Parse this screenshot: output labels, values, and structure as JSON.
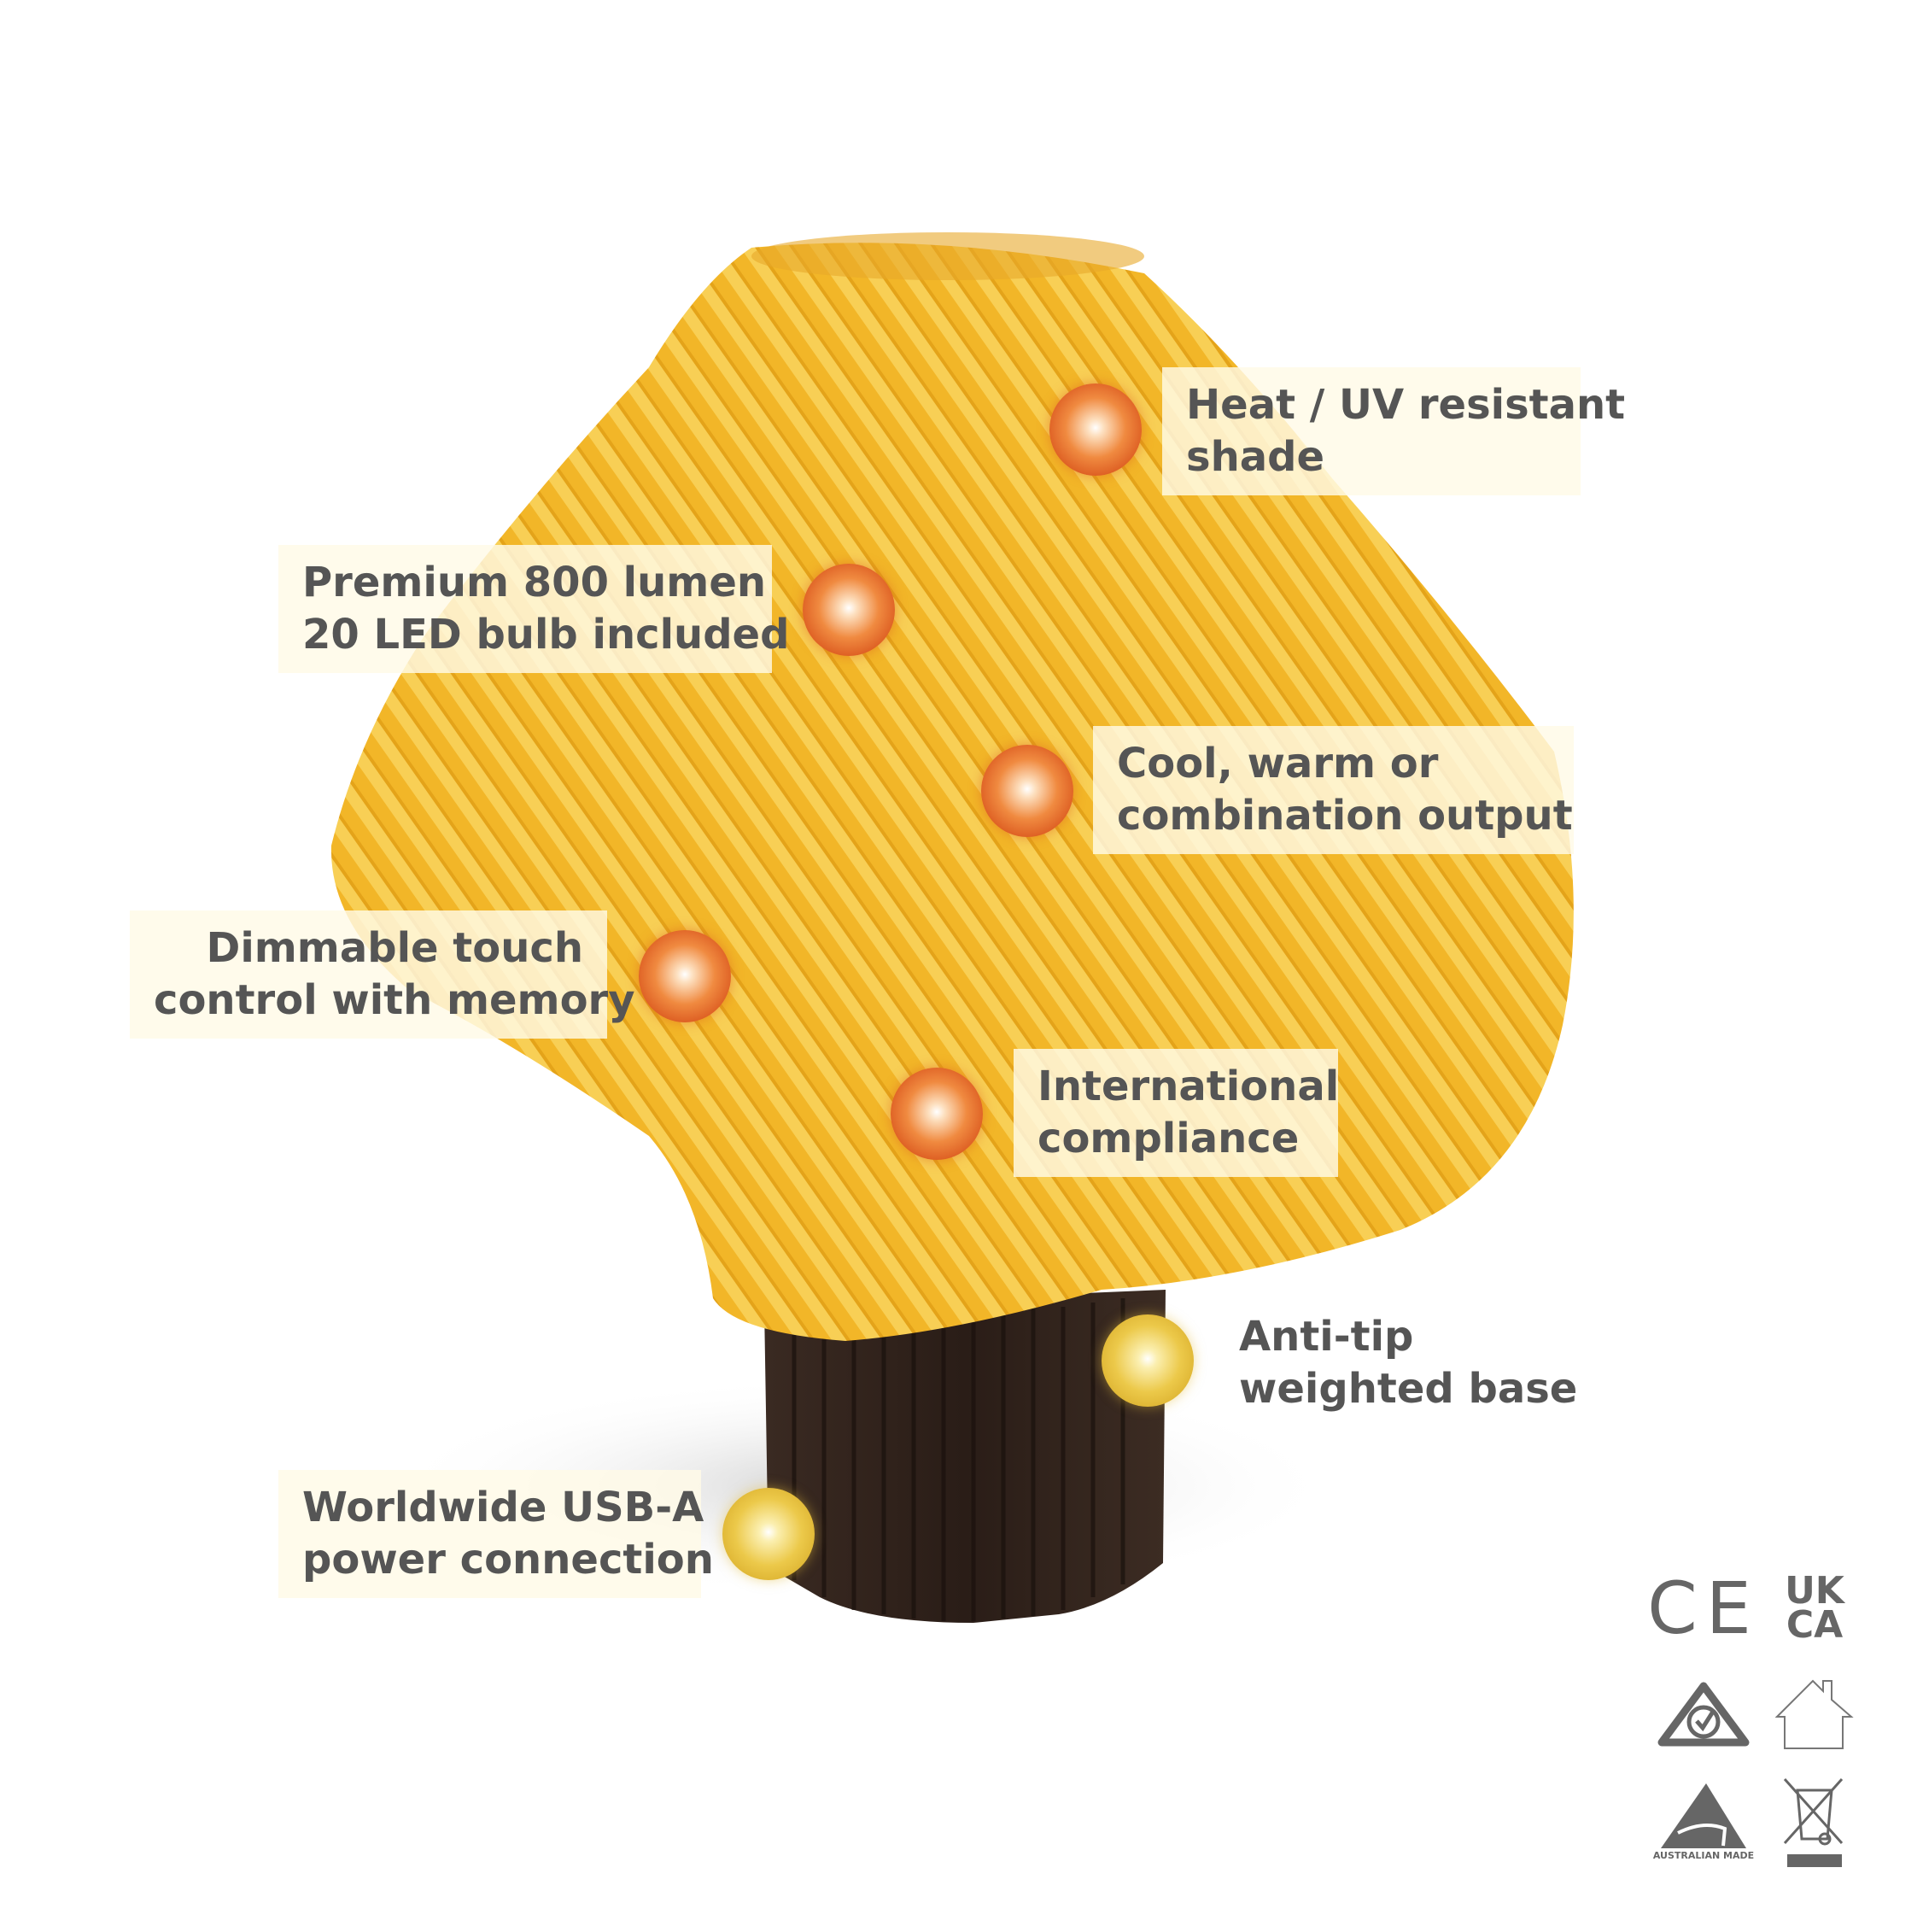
{
  "features": [
    {
      "lines": [
        "Heat / UV resistant",
        "shade"
      ],
      "dot": "orange"
    },
    {
      "lines": [
        "Premium 800 lumen",
        "20 LED bulb included"
      ],
      "dot": "orange"
    },
    {
      "lines": [
        "Cool, warm or",
        "combination output"
      ],
      "dot": "orange"
    },
    {
      "lines": [
        "Dimmable touch",
        "control with memory"
      ],
      "dot": "orange"
    },
    {
      "lines": [
        "International",
        "compliance"
      ],
      "dot": "orange"
    },
    {
      "lines": [
        "Anti-tip",
        "weighted base"
      ],
      "dot": "gold"
    },
    {
      "lines": [
        "Worldwide USB-A",
        "power connection"
      ],
      "dot": "gold"
    }
  ],
  "certifications": {
    "ce": "CE",
    "ukca": [
      "UK",
      "CA"
    ],
    "rcm": "rcm-check-icon",
    "indoor": "house-icon",
    "australian_made": "AUSTRALIAN MADE",
    "weee": "crossed-bin-icon"
  },
  "colors": {
    "shade": "#f2b92e",
    "base": "#2e211b",
    "text": "#555555",
    "dot_orange": "#e0622a",
    "dot_gold": "#e6c24a"
  }
}
